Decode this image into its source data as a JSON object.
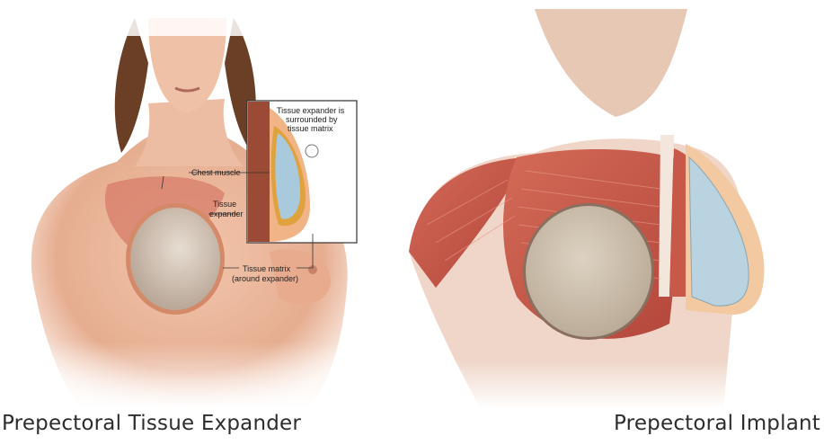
{
  "left_figure": {
    "caption": "Prepectoral Tissue Expander",
    "labels": {
      "chest_muscle": "Chest muscle",
      "tissue_expander_1": "Tissue",
      "tissue_expander_2": "expander",
      "tissue_matrix_1": "Tissue matrix",
      "tissue_matrix_2": "(around expander)",
      "inset_1": "Tissue expander is",
      "inset_2": "surrounded by",
      "inset_3": "tissue matrix"
    }
  },
  "right_figure": {
    "caption": "Prepectoral Implant"
  },
  "colors": {
    "skin": "#e9b59a",
    "muscle": "#c8574a",
    "implant": "#cfc1ad",
    "implant_profile": "#b9d3e0"
  }
}
